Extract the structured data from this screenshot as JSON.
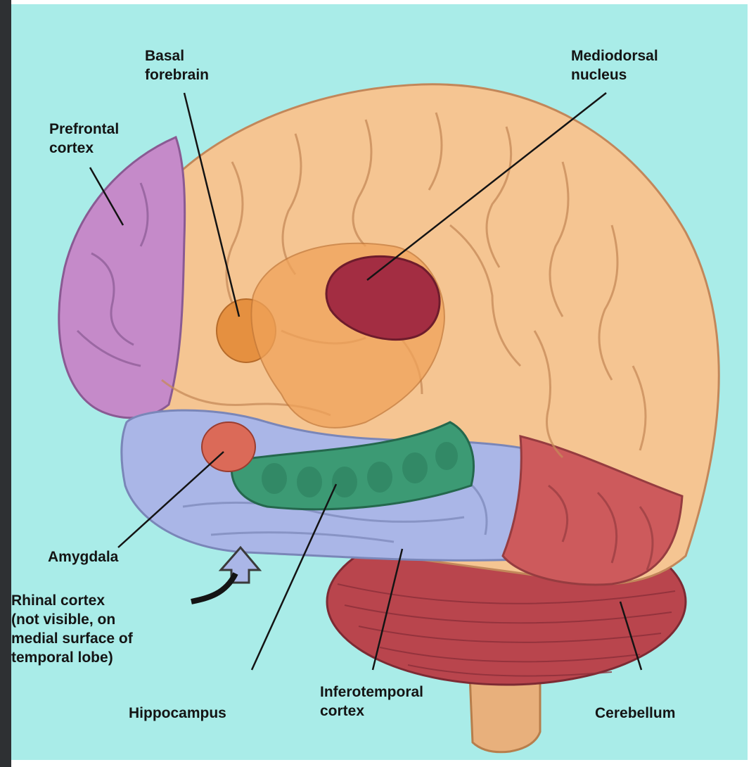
{
  "colors": {
    "background": "#a9ece8",
    "left_bar": "#2e3033",
    "brain_orange": "#f5c592",
    "prefrontal_purple": "#c58ac9",
    "temporal_blue": "#aab6e7",
    "occipital_red": "#cd5a5c",
    "cerebellum_red": "#b9454d",
    "hippocampus_green": "#3c9a74",
    "mediodorsal_maroon": "#a32d42",
    "amygdala_red": "#db6a58",
    "forebrain_orange": "#e48b38",
    "brainstem": "#e8b07c"
  },
  "labels": {
    "basal_forebrain": "Basal\nforebrain",
    "mediodorsal_nucleus": "Mediodorsal\nnucleus",
    "prefrontal_cortex": "Prefrontal\ncortex",
    "amygdala": "Amygdala",
    "rhinal_cortex": "Rhinal cortex\n(not visible, on\nmedial surface of\ntemporal lobe)",
    "hippocampus": "Hippocampus",
    "inferotemporal_cortex": "Inferotemporal\ncortex",
    "cerebellum": "Cerebellum"
  }
}
